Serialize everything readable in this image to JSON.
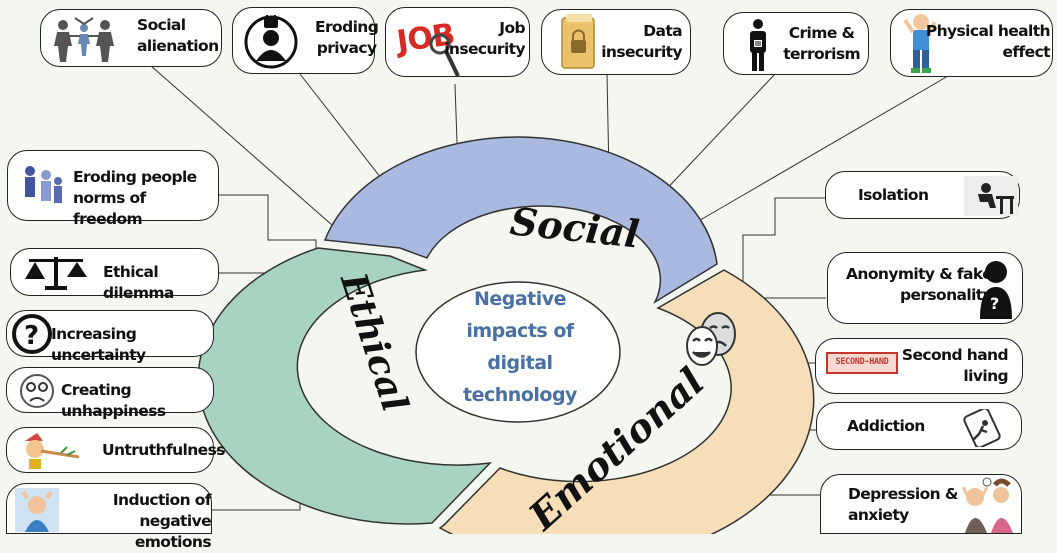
{
  "center": {
    "line1": "Negative",
    "line2": "impacts of",
    "line3": "digital",
    "line4": "technology"
  },
  "segments": {
    "social": "Social",
    "ethical": "Ethical",
    "emotional": "Emotional"
  },
  "colors": {
    "social": "#a9b9df",
    "ethical": "#a9d3c1",
    "emotional": "#f6deb8",
    "center": "#ffffff",
    "center_text": "#4a6fa3"
  },
  "social_items": [
    {
      "label": "Social\nalienation",
      "icon": "people-conflict-icon"
    },
    {
      "label": "Eroding\nprivacy",
      "icon": "locked-user-icon"
    },
    {
      "label": "Job\ninsecurity",
      "icon": "job-magnifier-icon"
    },
    {
      "label": "Data\ninsecurity",
      "icon": "locked-folder-icon"
    },
    {
      "label": "Crime &\nterrorism",
      "icon": "prisoner-icon"
    },
    {
      "label": "Physical health\neffect",
      "icon": "tired-person-icon"
    }
  ],
  "ethical_items": [
    {
      "label": "Eroding people\nnorms of freedom",
      "icon": "crowd-icon"
    },
    {
      "label": "Ethical dilemma",
      "icon": "scales-icon"
    },
    {
      "label": "Increasing uncertainty",
      "icon": "question-mark-icon"
    },
    {
      "label": "Creating unhappiness",
      "icon": "sad-face-icon"
    },
    {
      "label": "Untruthfulness",
      "icon": "pinocchio-icon"
    },
    {
      "label": "Induction of negative\nemotions",
      "icon": "stressed-person-icon"
    }
  ],
  "emotional_items": [
    {
      "label": "Isolation",
      "icon": "lonely-person-icon"
    },
    {
      "label": "Anonymity & fake\npersonality",
      "icon": "anonymous-silhouette-icon"
    },
    {
      "label": "Second hand\nliving",
      "icon": "second-hand-stamp-icon"
    },
    {
      "label": "Addiction",
      "icon": "phone-addiction-icon"
    },
    {
      "label": "Depression &\nanxiety",
      "icon": "depressed-people-icon"
    }
  ],
  "stamp_text": "SECOND-HAND"
}
